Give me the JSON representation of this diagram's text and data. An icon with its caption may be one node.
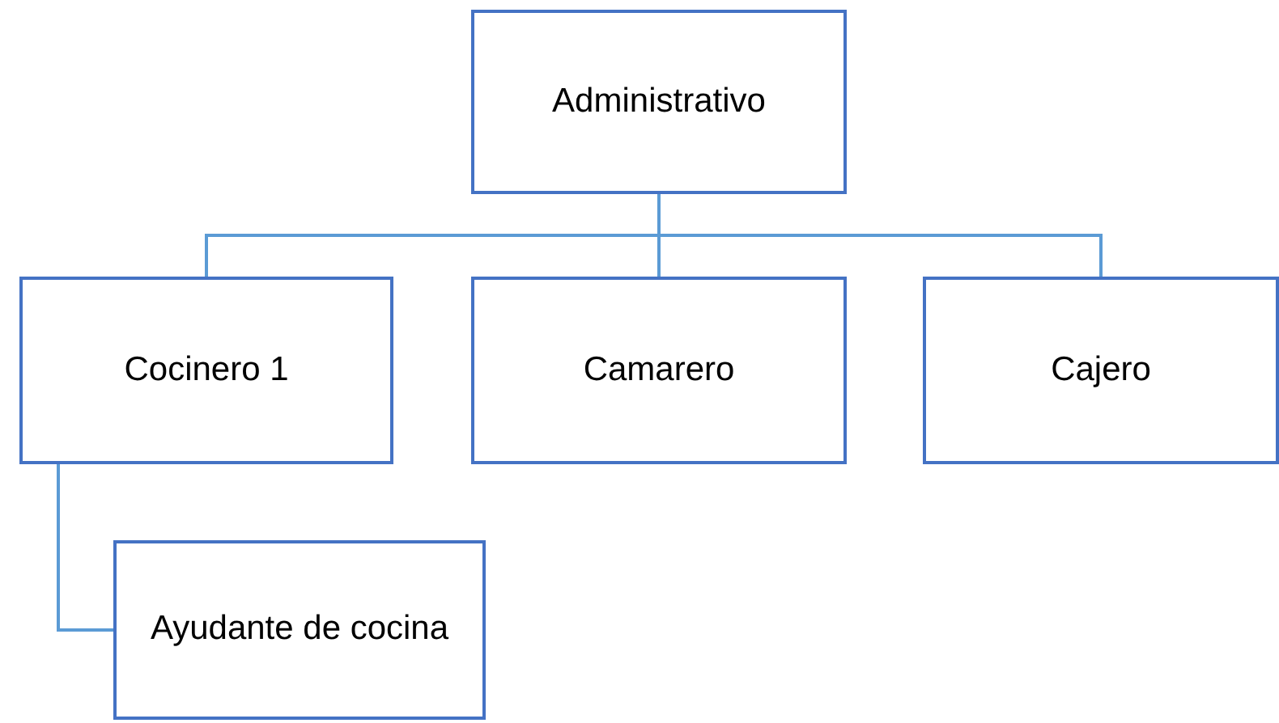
{
  "diagram": {
    "nodes": [
      {
        "text": [
          "Administrativo"
        ]
      },
      {
        "text": [
          "Cocinero 1"
        ]
      },
      {
        "text": [
          "Camarero"
        ]
      },
      {
        "text": [
          "Cajero"
        ]
      },
      {
        "text": [
          "Ayudante de cocina"
        ]
      }
    ],
    "edges": [
      {
        "from": 0,
        "to": 1,
        "arrow": "none"
      },
      {
        "from": 0,
        "to": 2,
        "arrow": "none"
      },
      {
        "from": 0,
        "to": 3,
        "arrow": "none"
      },
      {
        "from": 1,
        "to": 4,
        "arrow": "none"
      }
    ]
  }
}
